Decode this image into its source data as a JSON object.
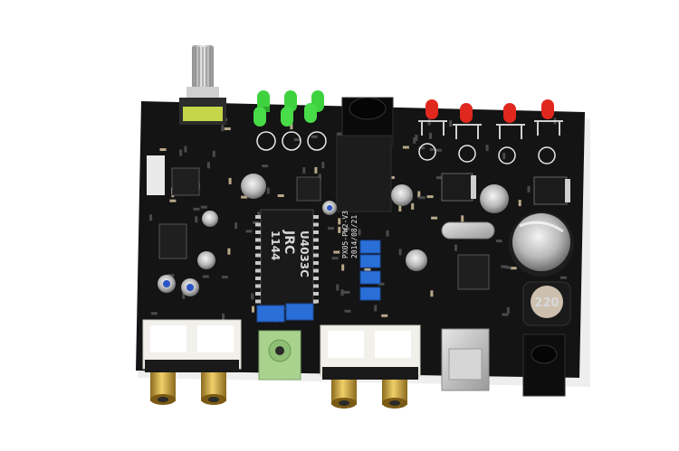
{
  "image": {
    "subject": "audio-pcb",
    "colors": {
      "pcb": "#141414",
      "silkscreen": "#e8e8e8",
      "rca_housing": "#f2f0ea",
      "rca_gold": "#c9a13a",
      "led_green": "#3fd23f",
      "led_red": "#e0281e",
      "trimmer_blue": "#2a6fd8",
      "aux_jack": "#a9d28f",
      "usb_metal": "#c8c8c8"
    }
  },
  "labels": {
    "main_chip_line1": "1144",
    "main_chip_line2": "JRC",
    "main_chip_line3": "U4033C",
    "inductor_value": "220",
    "board_model": "PX05-PW2-V3",
    "board_date": "2014/08/21"
  },
  "icons": {
    "led_green": "green-led-icon",
    "led_red": "red-led-icon",
    "capacitor": "electrolytic-capacitor-icon",
    "rca": "rca-jack-icon"
  }
}
